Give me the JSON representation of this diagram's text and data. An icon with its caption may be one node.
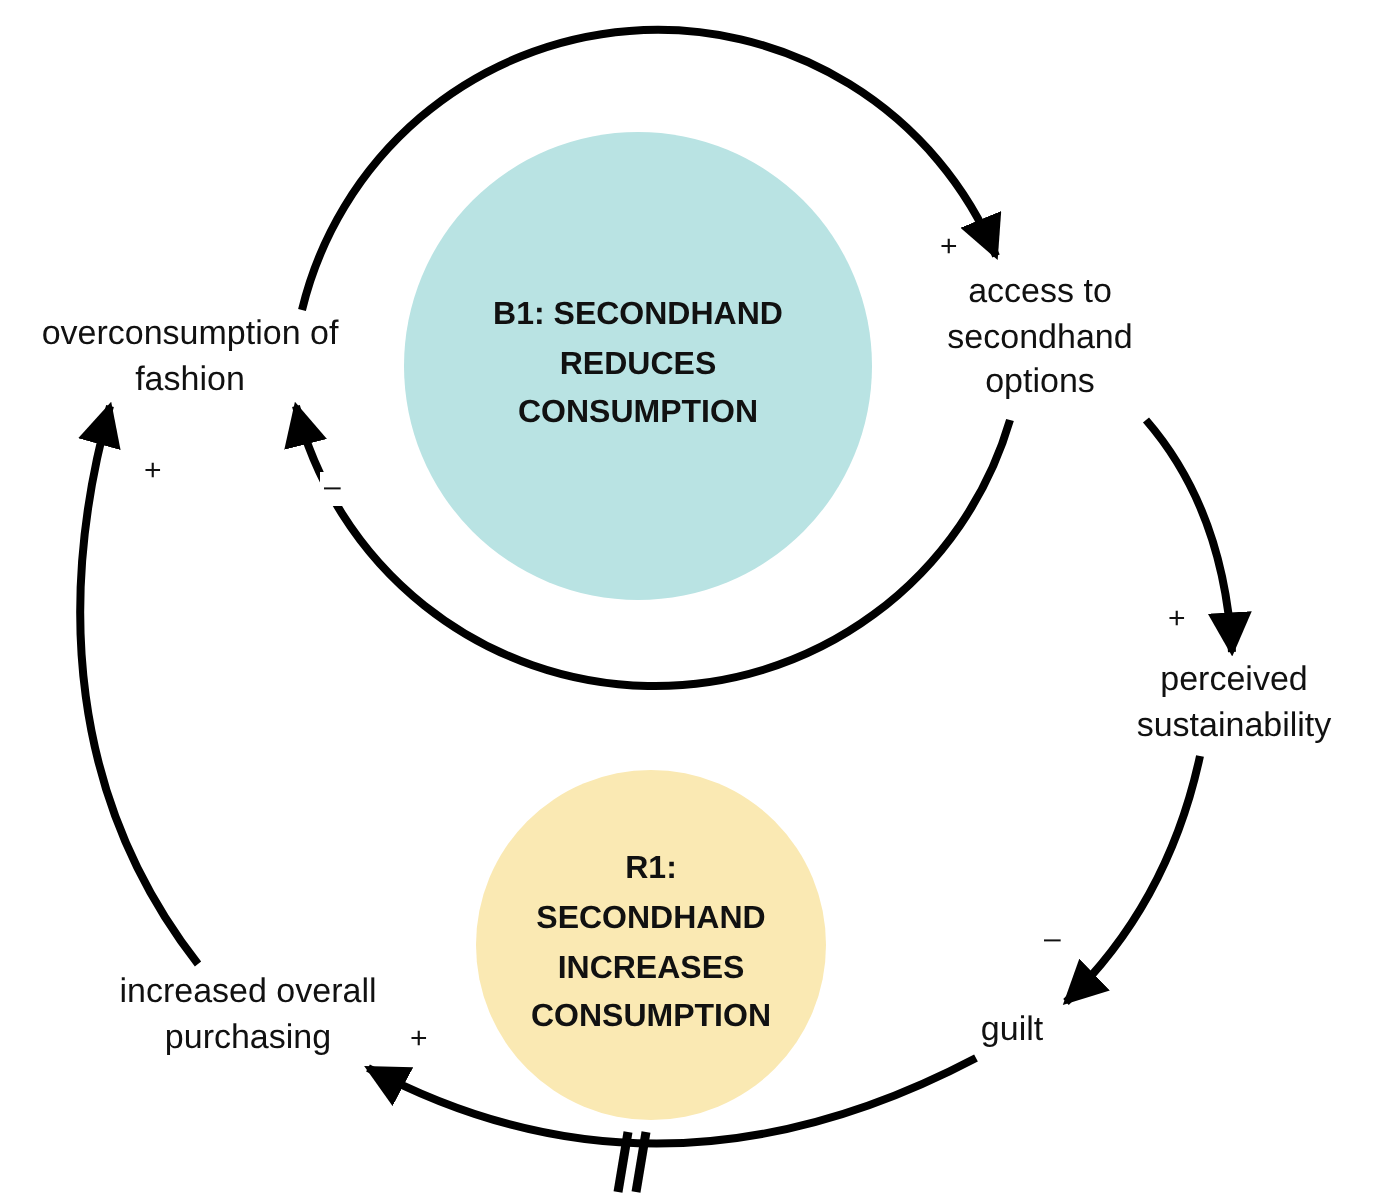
{
  "diagram": {
    "nodes": [
      {
        "text": [
          "overconsumption of fashion"
        ]
      },
      {
        "text": [
          "B1: SECONDHAND REDUCES CONSUMPTION"
        ]
      },
      {
        "text": [
          "access to secondhand options"
        ]
      },
      {
        "text": [
          "perceived sustainability"
        ]
      },
      {
        "text": [
          "R1: SECONDHAND INCREASES CONSUMPTION"
        ]
      },
      {
        "text": [
          "guilt"
        ]
      },
      {
        "text": [
          "increased overall purchasing"
        ]
      }
    ],
    "edges": [
      {
        "from": 0,
        "to": 2,
        "arrow": "to",
        "label": "+"
      },
      {
        "from": 2,
        "to": 0,
        "arrow": "to",
        "label": "–"
      },
      {
        "from": 2,
        "to": 3,
        "arrow": "to",
        "label": "+"
      },
      {
        "from": 3,
        "to": 5,
        "arrow": "to",
        "label": "–"
      },
      {
        "from": 5,
        "to": 6,
        "arrow": "to",
        "label": "+"
      },
      {
        "from": 6,
        "to": 0,
        "arrow": "to",
        "label": "+"
      }
    ]
  }
}
